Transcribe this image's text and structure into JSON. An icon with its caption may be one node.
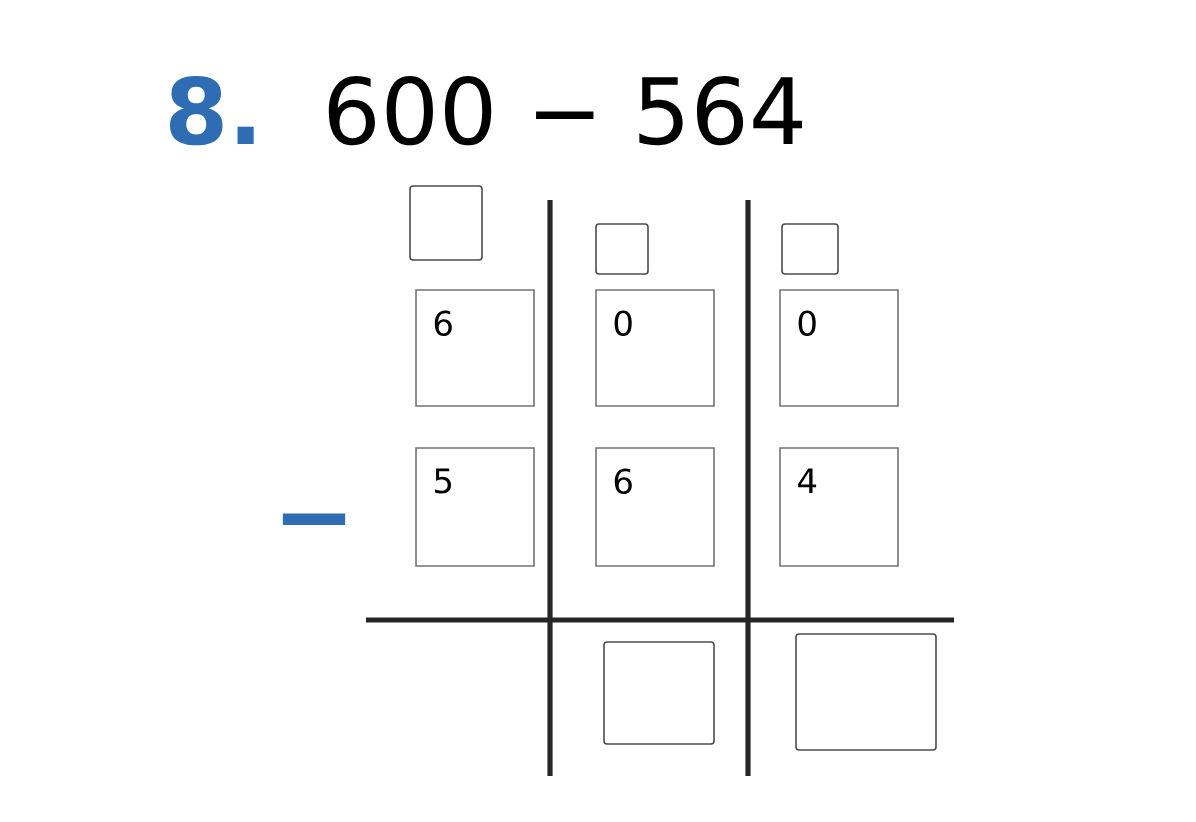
{
  "diagram": {
    "nodes": [
      {
        "text": [],
        "shape": "box"
      },
      {
        "text": [],
        "shape": "box"
      },
      {
        "text": [],
        "shape": "box"
      },
      {
        "text": [
          "6"
        ]
      },
      {
        "text": [
          "0"
        ]
      },
      {
        "text": [
          "0"
        ]
      },
      {
        "text": [
          "5"
        ]
      },
      {
        "text": [
          "6"
        ]
      },
      {
        "text": [
          "4"
        ]
      },
      {
        "text": [],
        "shape": "box"
      },
      {
        "text": [],
        "shape": "box"
      }
    ],
    "labels": [
      "8.",
      "600 − 564",
      "−"
    ]
  }
}
